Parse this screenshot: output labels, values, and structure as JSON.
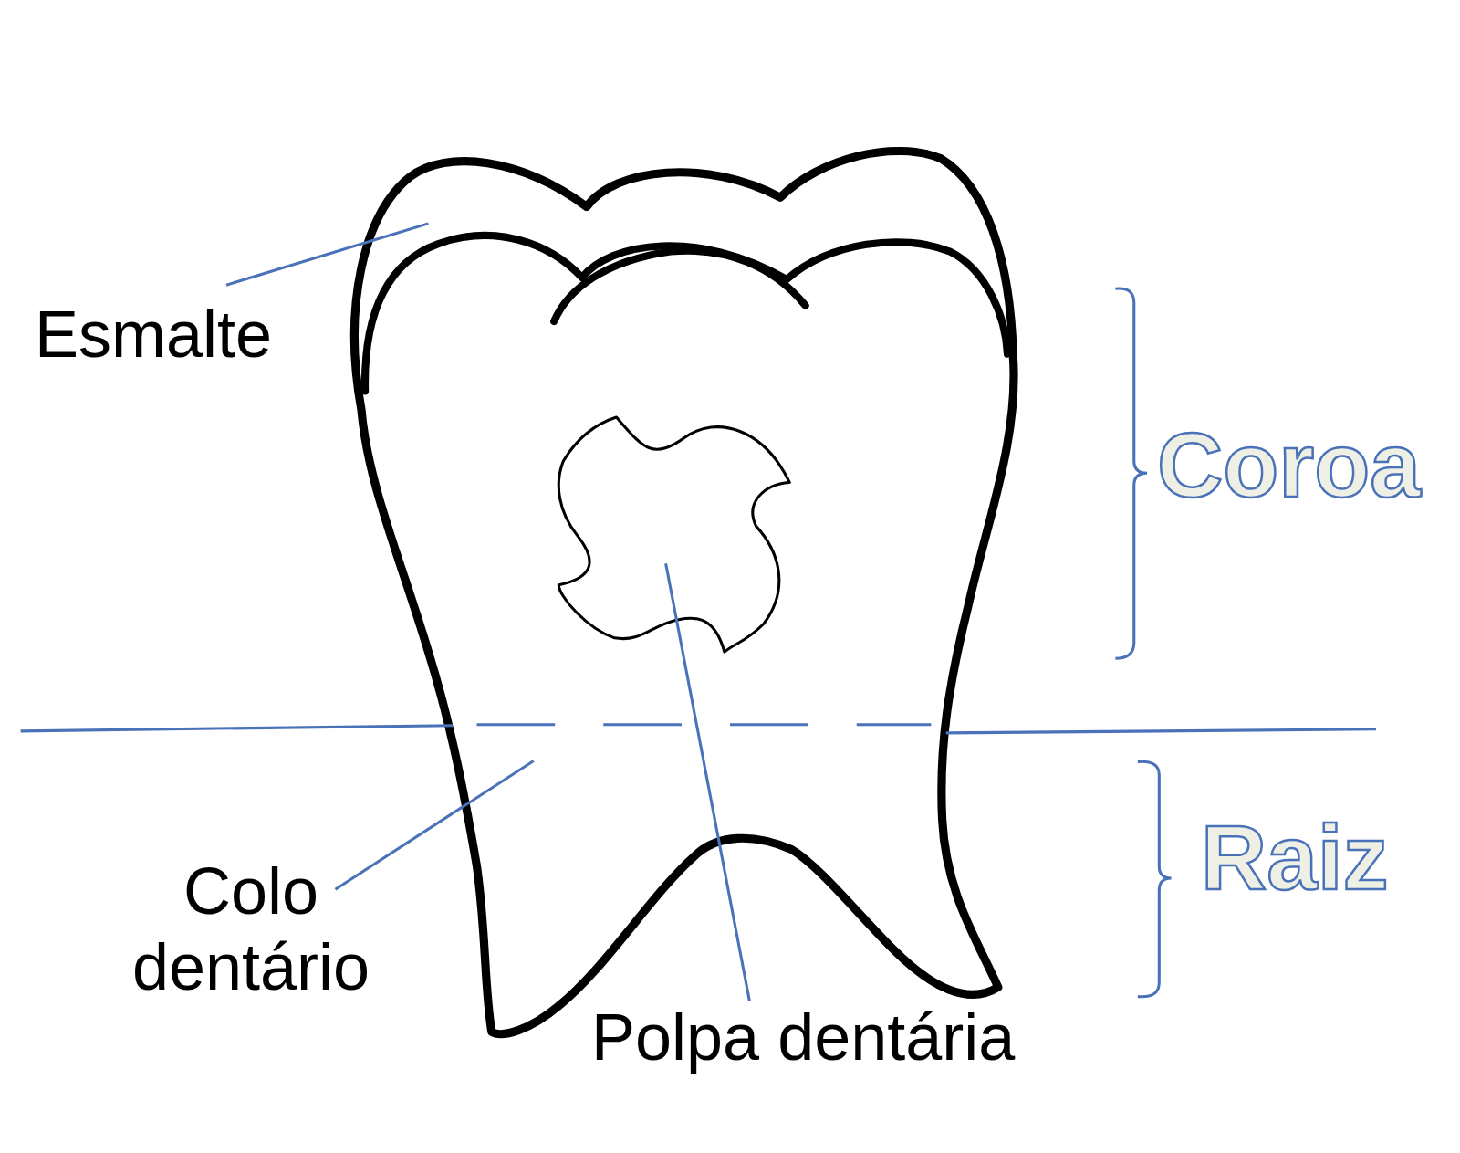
{
  "diagram": {
    "labels": [
      "Esmalte",
      "Colo dentário",
      "Polpa dentária",
      "Coroa",
      "Raiz"
    ]
  }
}
